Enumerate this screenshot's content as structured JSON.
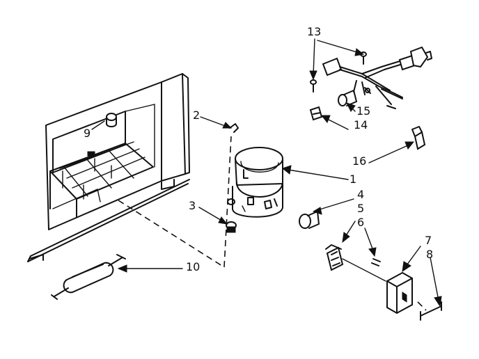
{
  "diagram": {
    "callouts": {
      "part_1": "1",
      "part_2": "2",
      "part_3": "3",
      "part_4": "4",
      "part_5": "5",
      "part_6": "6",
      "part_7": "7",
      "part_8": "8",
      "part_9": "9",
      "part_10": "10",
      "part_13": "13",
      "part_14": "14",
      "part_15": "15",
      "part_16": "16"
    }
  }
}
